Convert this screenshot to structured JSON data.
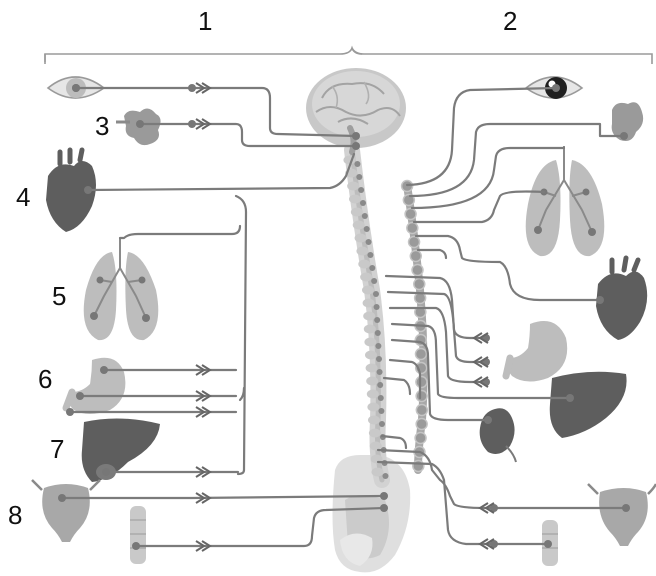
{
  "labels": {
    "n1": "1",
    "n2": "2",
    "n3": "3",
    "n4": "4",
    "n5": "5",
    "n6": "6",
    "n7": "7",
    "n8": "8"
  },
  "colors": {
    "organ_light": "#bdbdbd",
    "organ_mid": "#9a9a9a",
    "organ_dark": "#5e5e5e",
    "nerve": "#7b7b7b",
    "spine": "#d2d2d2",
    "chain": "#a8a8a8"
  },
  "icons": [
    "eye-icon",
    "gland-icon",
    "heart-icon",
    "lungs-icon",
    "stomach-icon",
    "liver-icon",
    "bladder-icon",
    "intestine-icon",
    "kidney-icon",
    "brain-icon",
    "spinal-cord-icon",
    "sympathetic-chain-icon",
    "pelvis-icon"
  ]
}
